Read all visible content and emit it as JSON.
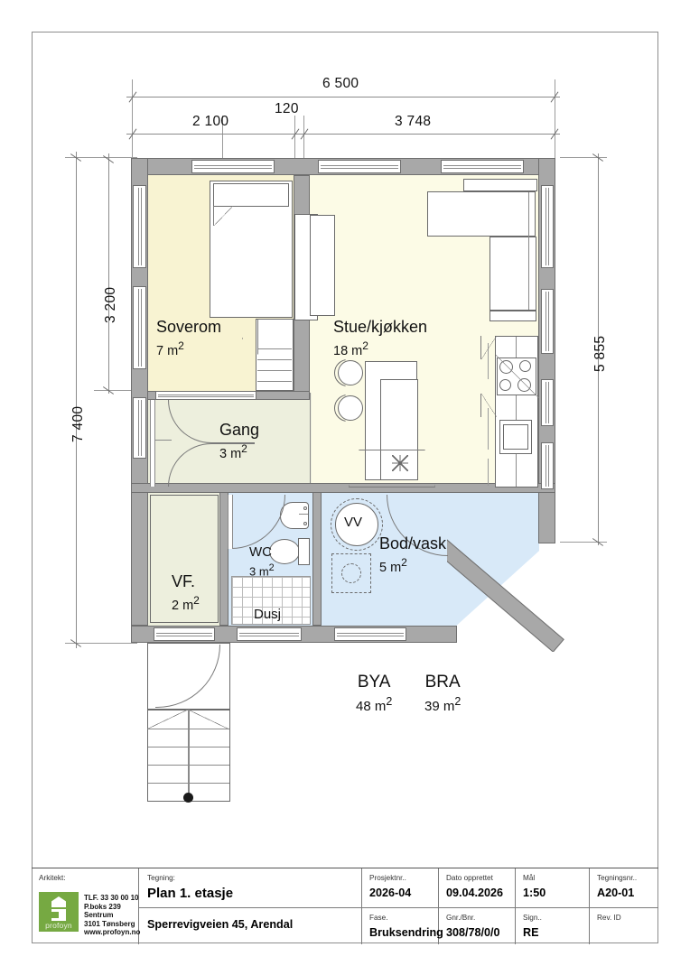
{
  "drawing": {
    "type": "architectural-floor-plan",
    "scale_label": "1:50",
    "dimensions": {
      "top_total": "6 500",
      "top_wall": "120",
      "top_left_seg": "2 100",
      "top_right_seg": "3 748",
      "left_total": "7 400",
      "left_upper": "3 200",
      "right_total": "5 855"
    },
    "rooms": [
      {
        "id": "soverom",
        "name": "Soverom",
        "area": "7 m",
        "sup": "2"
      },
      {
        "id": "stue",
        "name": "Stue/kjøkken",
        "area": "18 m",
        "sup": "2"
      },
      {
        "id": "gang",
        "name": "Gang",
        "area": "3 m",
        "sup": "2"
      },
      {
        "id": "vf",
        "name": "VF.",
        "area": "2 m",
        "sup": "2"
      },
      {
        "id": "wc",
        "name": "WC",
        "area": "3 m",
        "sup": "2"
      },
      {
        "id": "bod",
        "name": "Bod/vask",
        "area": "5 m",
        "sup": "2"
      }
    ],
    "annotations": {
      "dusj": "Dusj",
      "vv": "VV"
    },
    "areas": [
      {
        "code": "BYA",
        "value": "48 m",
        "sup": "2"
      },
      {
        "code": "BRA",
        "value": "39 m",
        "sup": "2"
      }
    ],
    "colors": {
      "wall": "#a8a8a8",
      "wall_outline": "#6f6f6f",
      "room_yellow": "#f7f2d0",
      "room_cream": "#fbfae4",
      "room_blue": "#d6e8f7",
      "room_green": "#eceedd",
      "brand_green": "#76a942"
    }
  },
  "titleblock": {
    "arkitekt_label": "Arkitekt:",
    "logo": {
      "name": "profoyn",
      "lines": [
        "TLF. 33 30 00 10",
        "P.boks 239",
        "Sentrum",
        "3101 Tønsberg",
        "www.profoyn.no"
      ]
    },
    "tegning_label": "Tegning:",
    "tegning_title": "Plan 1. etasje",
    "tegning_address": "Sperrevigveien 45,  Arendal",
    "fields": [
      {
        "label": "Prosjektnr..",
        "value": "2026-04"
      },
      {
        "label": "Dato opprettet",
        "value": "09.04.2026"
      },
      {
        "label": "Mål",
        "value": "1:50"
      },
      {
        "label": "Tegningsnr..",
        "value": "A20-01"
      },
      {
        "label": "Fase.",
        "value": "Bruksendring"
      },
      {
        "label": "Gnr./Bnr.",
        "value": "308/78/0/0"
      },
      {
        "label": "Sign..",
        "value": "RE"
      },
      {
        "label": "Rev. ID",
        "value": ""
      }
    ]
  }
}
